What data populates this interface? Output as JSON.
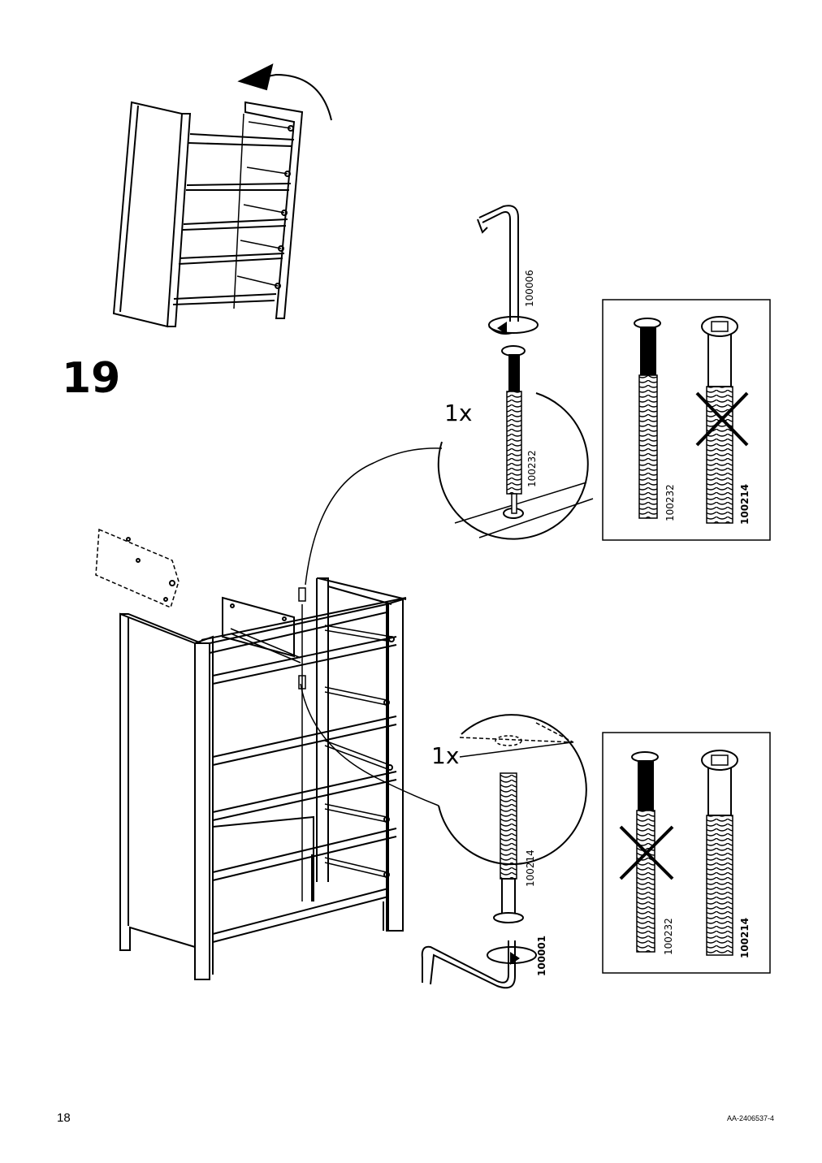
{
  "step_number": "19",
  "page_number": "18",
  "document_id": "AA-2406537-4",
  "detail_top": {
    "quantity": "1x",
    "tool_code": "100006",
    "screw_code": "100232"
  },
  "detail_bottom": {
    "quantity": "1x",
    "tool_code": "100001",
    "screw_code": "100214"
  },
  "panel_top": {
    "left_code": "100232",
    "right_code": "100214",
    "correct": "100232",
    "rejected": "100214"
  },
  "panel_bottom": {
    "left_code": "100232",
    "right_code": "100214",
    "correct": "100214",
    "rejected": "100232"
  }
}
